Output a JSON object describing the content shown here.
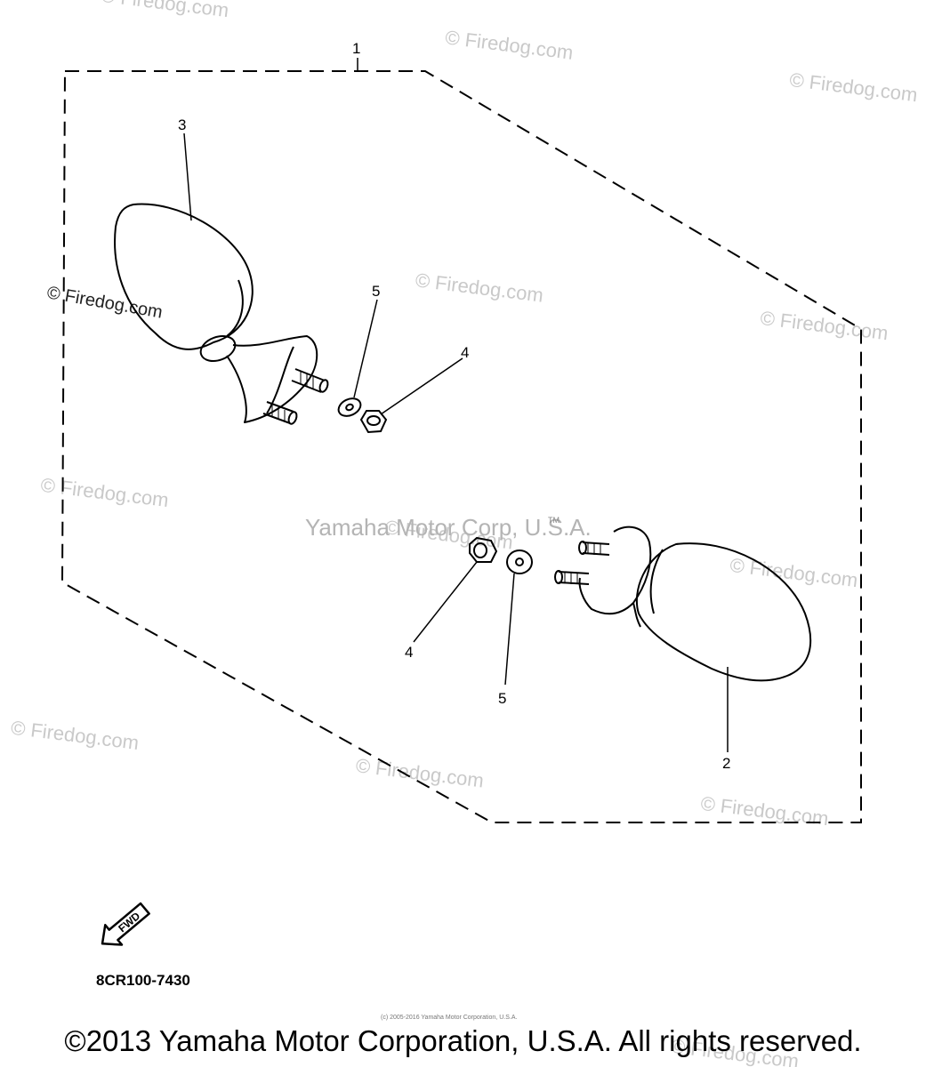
{
  "callouts": {
    "kit": "1",
    "mirror_right": "2",
    "mirror_left": "3",
    "nut_upper": "4",
    "nut_lower": "4",
    "washer_upper": "5",
    "washer_lower": "5"
  },
  "watermarks": {
    "site": "© Firedog.com",
    "brand": "Yamaha Motor Corp, U.S.A.",
    "trademark": "TM"
  },
  "fwd_label": "FWD",
  "part_number": "8CR100-7430",
  "fine_print": "(c) 2005-2016 Yamaha Motor Corporation, U.S.A.",
  "copyright": "©2013 Yamaha Motor Corporation, U.S.A. All rights reserved."
}
